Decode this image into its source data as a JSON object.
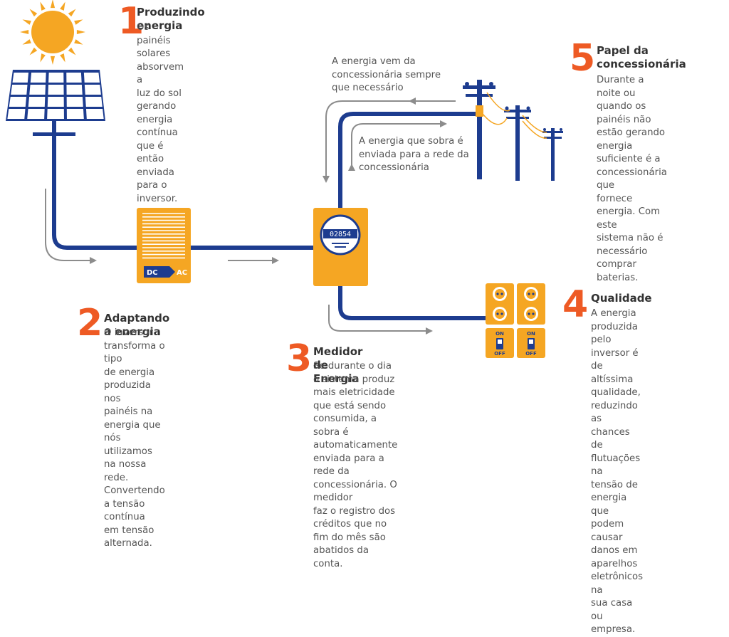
{
  "colors": {
    "accent": "#ee5a24",
    "line": "#1d3c8f",
    "orange": "#f5a623",
    "gray": "#8c8c8c"
  },
  "steps": [
    {
      "number": "1",
      "title": "Produzindo energia",
      "body": "Os painéis solares absorvem a\nluz do sol gerando energia\ncontínua que é então enviada\npara o inversor."
    },
    {
      "number": "2",
      "title": "Adaptando a energia",
      "body": "O inversor transforma o tipo\nde energia produzida nos\npainéis na energia que nós\nutilizamos na nossa rede.\nConvertendo a tensão contínua\nem tensão alternada."
    },
    {
      "number": "3",
      "title": "Medidor de Energia",
      "body": "Se durante o dia o sistema produz\nmais eletricidade que está sendo\nconsumida, a sobra é\nautomaticamente enviada para a\nrede da concessionária. O medidor\nfaz o registro dos créditos que no\nfim do mês são abatidos da conta."
    },
    {
      "number": "4",
      "title": "Qualidade",
      "body": "A energia produzida pelo\ninversor é de altíssima\nqualidade, reduzindo as\nchances de flutuações na\ntensão de energia que\npodem causar danos em\naparelhos eletrônicos na\nsua casa ou empresa."
    },
    {
      "number": "5",
      "title": "Papel da\nconcessionária",
      "body": "Durante a noite ou\nquando os painéis não\nestão gerando energia\nsuficiente é a\nconcessionária que\nfornece energia. Com este\nsistema não é necessário\ncomprar baterias."
    }
  ],
  "notes": {
    "from_grid": "A energia vem da\nconcessionária sempre\nque necessário",
    "to_grid": "A energia que sobra é\nenviada para a rede da\nconcessionária"
  },
  "inverter": {
    "dc": "DC",
    "ac": "AC"
  },
  "meter": {
    "reading": "02854"
  },
  "switch": {
    "on": "ON",
    "off": "OFF"
  }
}
